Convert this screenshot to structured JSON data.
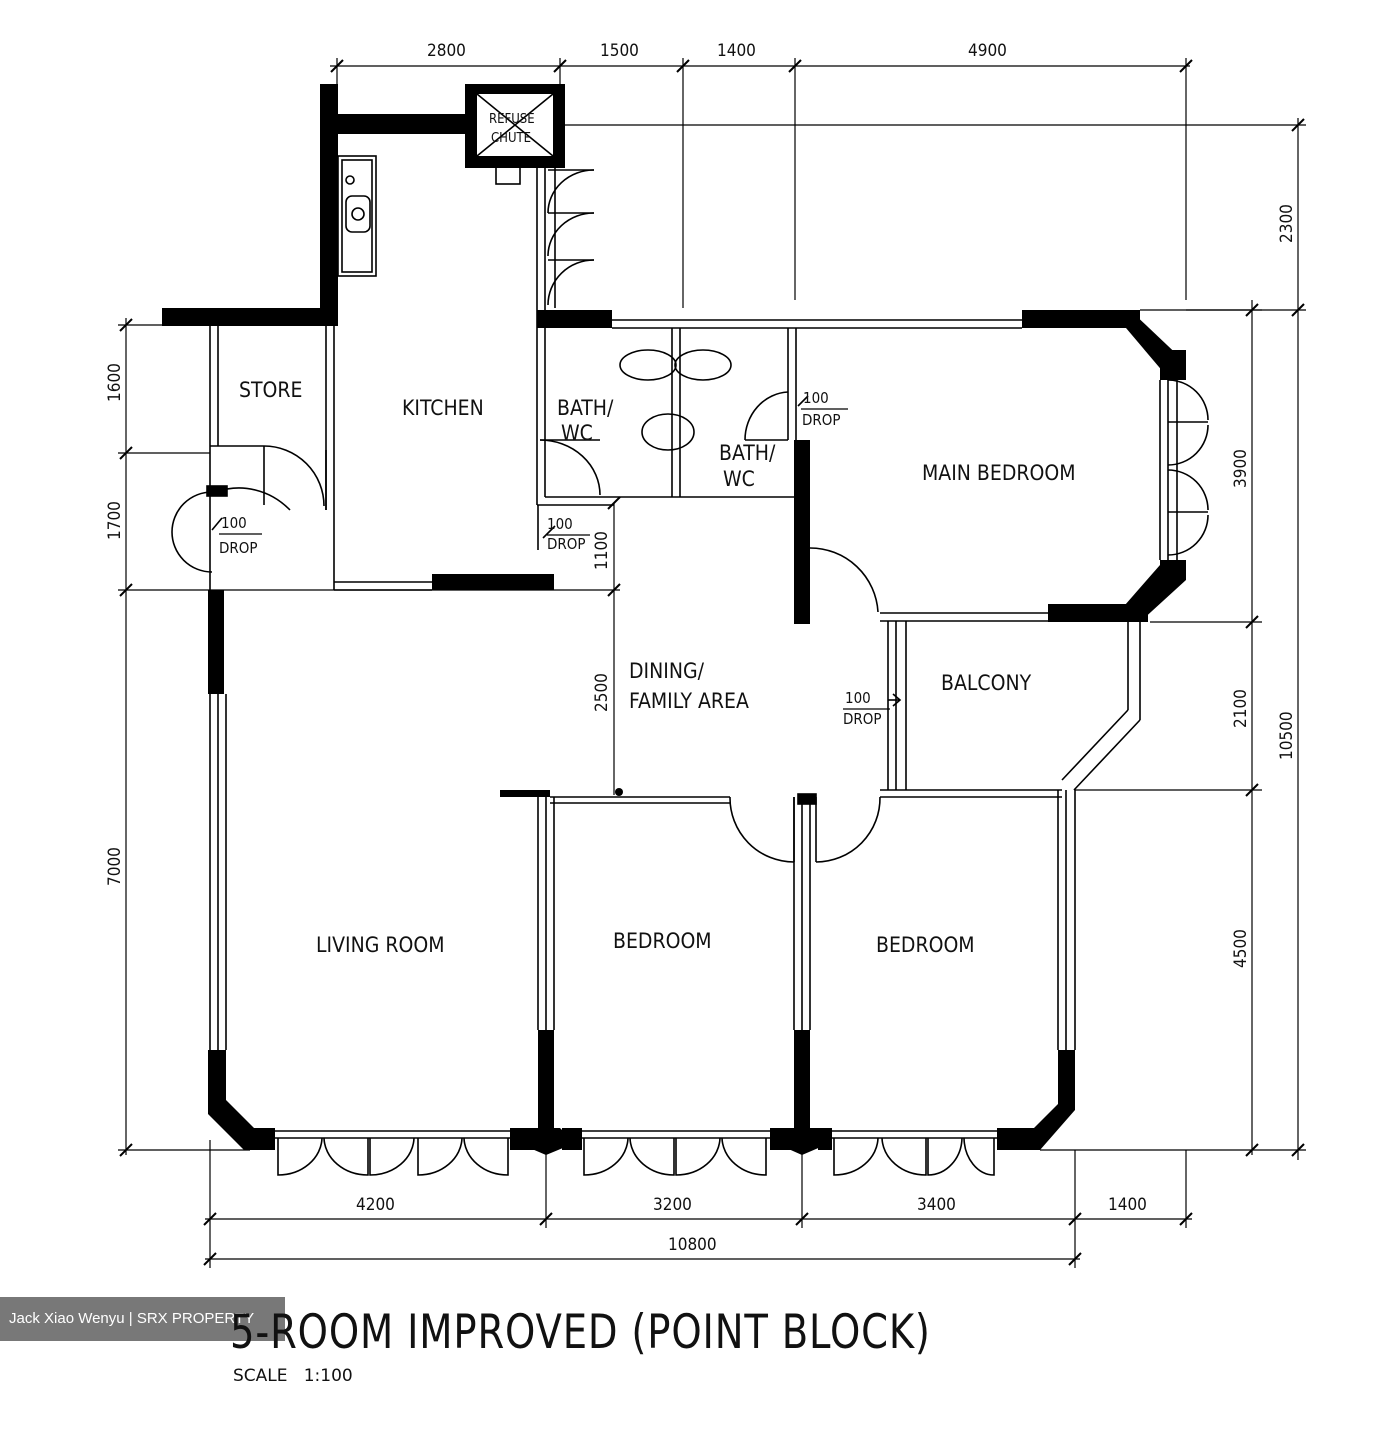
{
  "dimensions": {
    "top": [
      "2800",
      "1500",
      "1400",
      "4900"
    ],
    "bottom": [
      "4200",
      "3200",
      "3400",
      "1400"
    ],
    "overall_width": "10800",
    "left": [
      "1600",
      "1700",
      "7000"
    ],
    "right": [
      "2300",
      "3900",
      "2100",
      "4500"
    ],
    "overall_depth": "10500",
    "kitchen_step": "1100",
    "dining_depth": "2500"
  },
  "rooms": {
    "refuse_line1": "REFUSE",
    "refuse_line2": "CHUTE",
    "store": "STORE",
    "kitchen": "KITCHEN",
    "bath1_line1": "BATH/",
    "bath1_line2": "WC",
    "bath2_line1": "BATH/",
    "bath2_line2": "WC",
    "main_bedroom": "MAIN BEDROOM",
    "dining_line1": "DINING/",
    "dining_line2": "FAMILY AREA",
    "balcony": "BALCONY",
    "living_room": "LIVING ROOM",
    "bedroom1": "BEDROOM",
    "bedroom2": "BEDROOM"
  },
  "drops": {
    "value": "100",
    "label": "DROP"
  },
  "watermark": "Jack Xiao Wenyu | SRX PROPERTY",
  "title": "5-ROOM IMPROVED (POINT BLOCK)",
  "scale": "SCALE   1:100"
}
